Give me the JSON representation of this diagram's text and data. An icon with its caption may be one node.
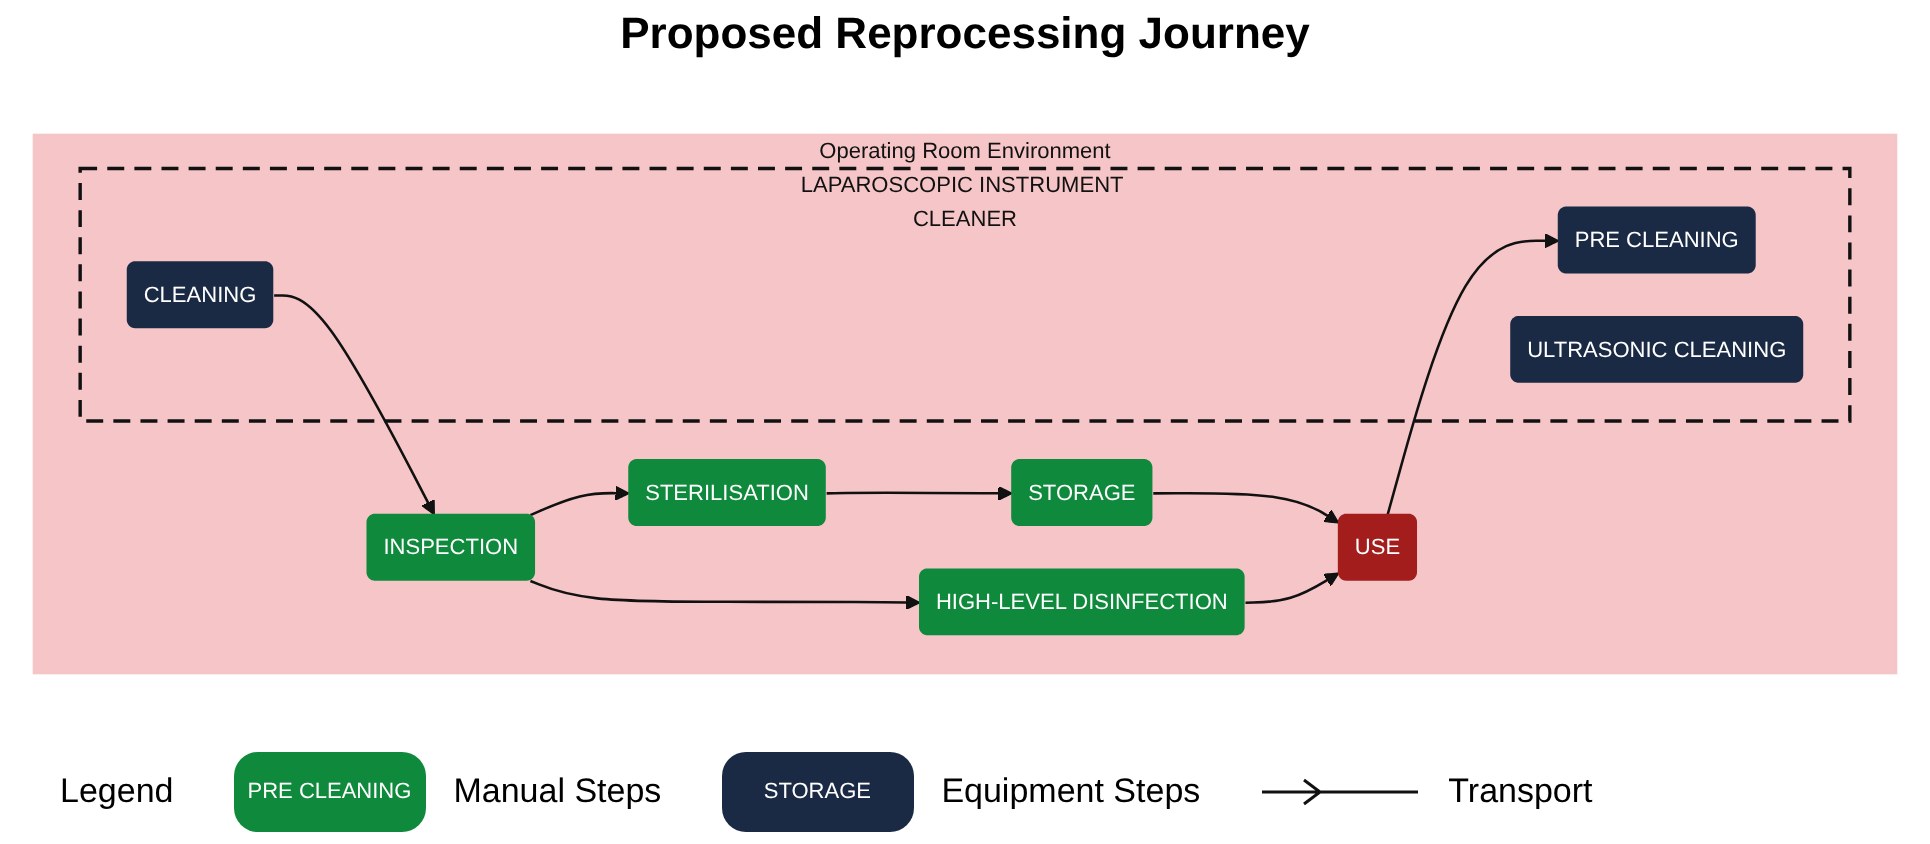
{
  "diagram": {
    "title": "Proposed Reprocessing Journey",
    "nodes": [
      {
        "text": [
          "Operating Room Environment"
        ]
      },
      {
        "text": [
          "USE"
        ],
        "in": 0
      },
      {
        "text": [
          "LAPAROSCOPIC INSTRUMENT CLEANER"
        ],
        "in": 0
      },
      {
        "text": [
          "PRE CLEANING"
        ],
        "in": 2
      },
      {
        "text": [
          "ULTRASONIC CLEANING"
        ],
        "in": 2
      },
      {
        "text": [
          "CLEANING"
        ],
        "in": 2
      },
      {
        "text": [
          "INSPECTION"
        ],
        "in": 0
      },
      {
        "text": [
          "STERILISATION"
        ],
        "in": 0
      },
      {
        "text": [
          "STORAGE"
        ],
        "in": 0
      },
      {
        "text": [
          "HIGH-LEVEL DISINFECTION"
        ],
        "in": 0
      }
    ],
    "edges": [
      {
        "from": 1,
        "to": 3,
        "arrow": "to"
      },
      {
        "from": 5,
        "to": 6,
        "arrow": "to"
      },
      {
        "from": 6,
        "to": 7,
        "arrow": "to"
      },
      {
        "from": 6,
        "to": 9,
        "arrow": "to"
      },
      {
        "from": 7,
        "to": 8,
        "arrow": "to"
      },
      {
        "from": 8,
        "to": 1,
        "arrow": "to"
      },
      {
        "from": 9,
        "to": 1,
        "arrow": "to"
      }
    ],
    "labels": [
      "Legend",
      "PRE CLEANING",
      "STORAGE"
    ],
    "legend": [
      {
        "text": "Manual Steps",
        "color": "#0f8a3c"
      },
      {
        "text": "Equipment Steps",
        "color": "#1b2a44"
      },
      {
        "text": "Transport"
      }
    ]
  }
}
